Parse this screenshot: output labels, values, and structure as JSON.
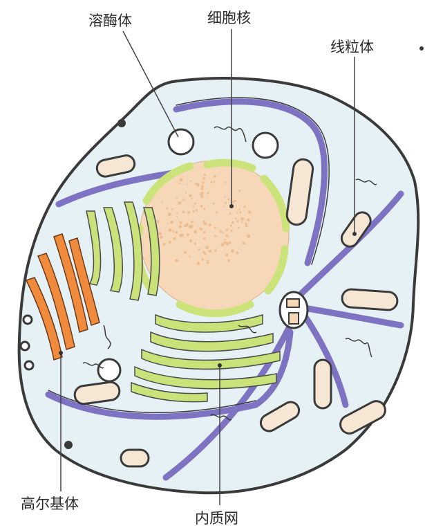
{
  "labels": {
    "lysosome": "溶酶体",
    "nucleus": "细胞核",
    "mitochondria": "线粒体",
    "golgi": "高尔基体",
    "er": "内质网"
  },
  "colors": {
    "cytoplasm": "#e6f1f5",
    "membrane": "#3a3a3a",
    "nucleus_fill": "#f6d7b8",
    "nucleus_dots": "#e9a86e",
    "nucleus_envelope": "#cbe37a",
    "er": "#c9e27a",
    "golgi": "#f08a3c",
    "cytoskeleton": "#7e73c2",
    "mitochondria_fill": "#f6e6d4",
    "leader": "#444444"
  },
  "icons": {
    "lysosome_vesicle": "circle",
    "ribosome": "dot",
    "centrosome": "centrioles"
  }
}
